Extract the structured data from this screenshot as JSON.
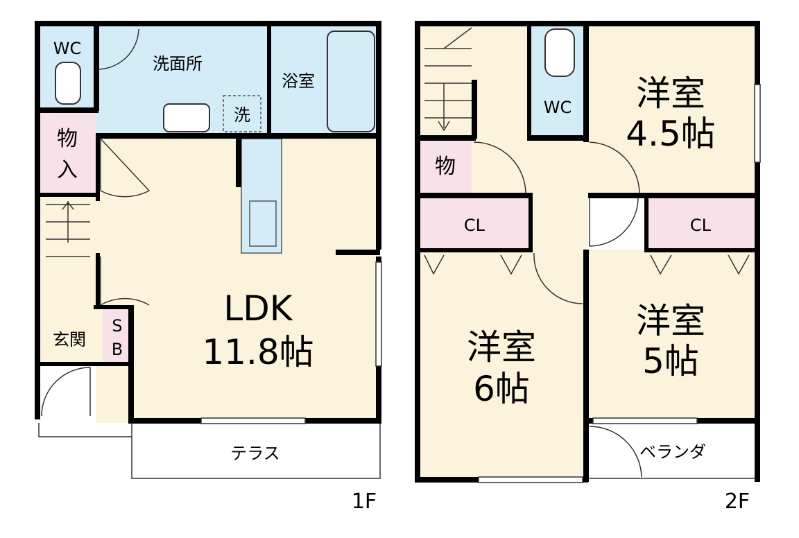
{
  "floor1": {
    "label": "1F",
    "rooms": {
      "wc": "WC",
      "washroom": "洗面所",
      "washer": "洗",
      "bath": "浴室",
      "storage_top": "物",
      "storage_bottom": "入",
      "ldk_name": "LDK",
      "ldk_size": "11.8帖",
      "entrance": "玄関",
      "sb_top": "S",
      "sb_bottom": "B",
      "terrace": "テラス"
    }
  },
  "floor2": {
    "label": "2F",
    "rooms": {
      "wc": "WC",
      "storage": "物",
      "cl_left": "CL",
      "cl_right": "CL",
      "room_a_name": "洋室",
      "room_a_size": "4.5帖",
      "room_b_name": "洋室",
      "room_b_size": "6帖",
      "room_c_name": "洋室",
      "room_c_size": "5帖",
      "balcony": "ベランダ"
    }
  },
  "colors": {
    "wet_area": "#d4ecf7",
    "living": "#fbf3dc",
    "storage": "#f9e1ea",
    "wall": "#000000",
    "outdoor": "#ffffff"
  }
}
